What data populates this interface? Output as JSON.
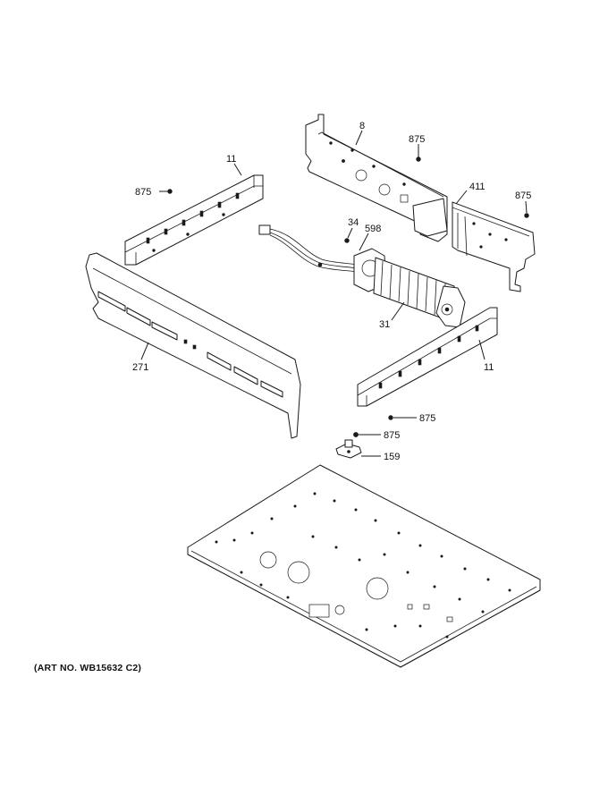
{
  "callouts": {
    "p8": "8",
    "p875_top": "875",
    "p411": "411",
    "p875_right": "875",
    "p11_top": "11",
    "p875_left": "875",
    "p34": "34",
    "p598": "598",
    "p31": "31",
    "p271": "271",
    "p11_right": "11",
    "p875_mid": "875",
    "p875_sensor": "875",
    "p159": "159"
  },
  "art_number": "(ART NO. WB15632 C2)"
}
